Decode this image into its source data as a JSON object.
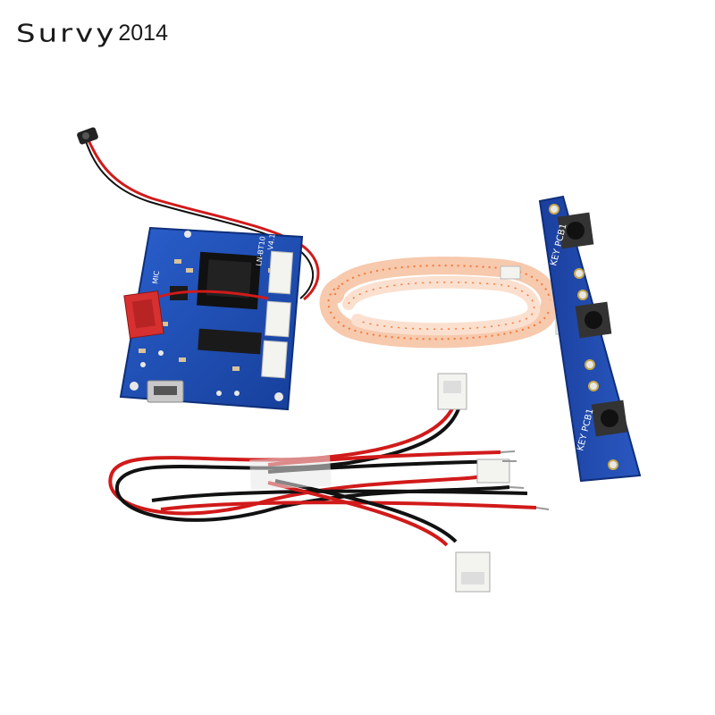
{
  "brand": {
    "name": "Survy",
    "year": "2014"
  },
  "board_labels": {
    "model": "LN-BT10",
    "version": "V4.1",
    "mic": "MIC",
    "key_pcb_1": "KEY PCB1",
    "key_pcb_2": "KEY PCB1"
  },
  "colors": {
    "pcb_blue": "#1f4fb5",
    "wire_red": "#d11a1a",
    "wire_black": "#111111",
    "ribbon_orange": "#f47a3a",
    "connector_white": "#f3f3f0",
    "connector_red": "#d63030"
  }
}
